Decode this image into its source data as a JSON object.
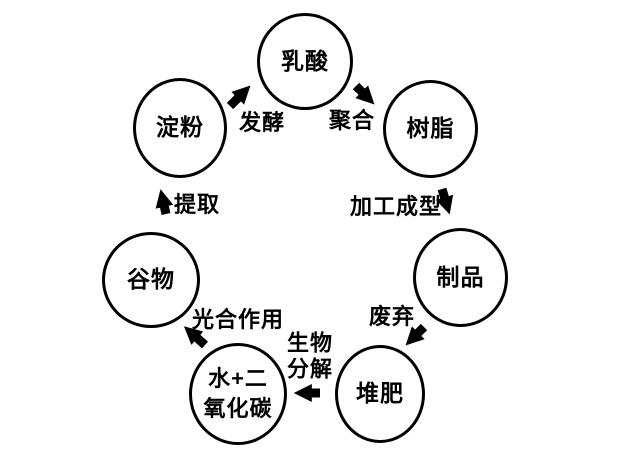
{
  "diagram": {
    "type": "cycle",
    "colors": {
      "stroke": "#000000",
      "background": "#ffffff",
      "text": "#000000"
    },
    "nodes": [
      {
        "id": "lactic-acid",
        "label": "乳酸"
      },
      {
        "id": "resin",
        "label": "树脂"
      },
      {
        "id": "product",
        "label": "制品"
      },
      {
        "id": "compost",
        "label": "堆肥"
      },
      {
        "id": "water-co2",
        "label": "水+二\n氧化碳"
      },
      {
        "id": "grain",
        "label": "谷物"
      },
      {
        "id": "starch",
        "label": "淀粉"
      }
    ],
    "edges": [
      {
        "from": "starch",
        "to": "lactic-acid",
        "label": "发酵"
      },
      {
        "from": "lactic-acid",
        "to": "resin",
        "label": "聚合"
      },
      {
        "from": "resin",
        "to": "product",
        "label": "加工成型"
      },
      {
        "from": "product",
        "to": "compost",
        "label": "废弃"
      },
      {
        "from": "compost",
        "to": "water-co2",
        "label": "生物\n分解"
      },
      {
        "from": "water-co2",
        "to": "grain",
        "label": "光合作用"
      },
      {
        "from": "grain",
        "to": "starch",
        "label": "提取"
      }
    ]
  }
}
